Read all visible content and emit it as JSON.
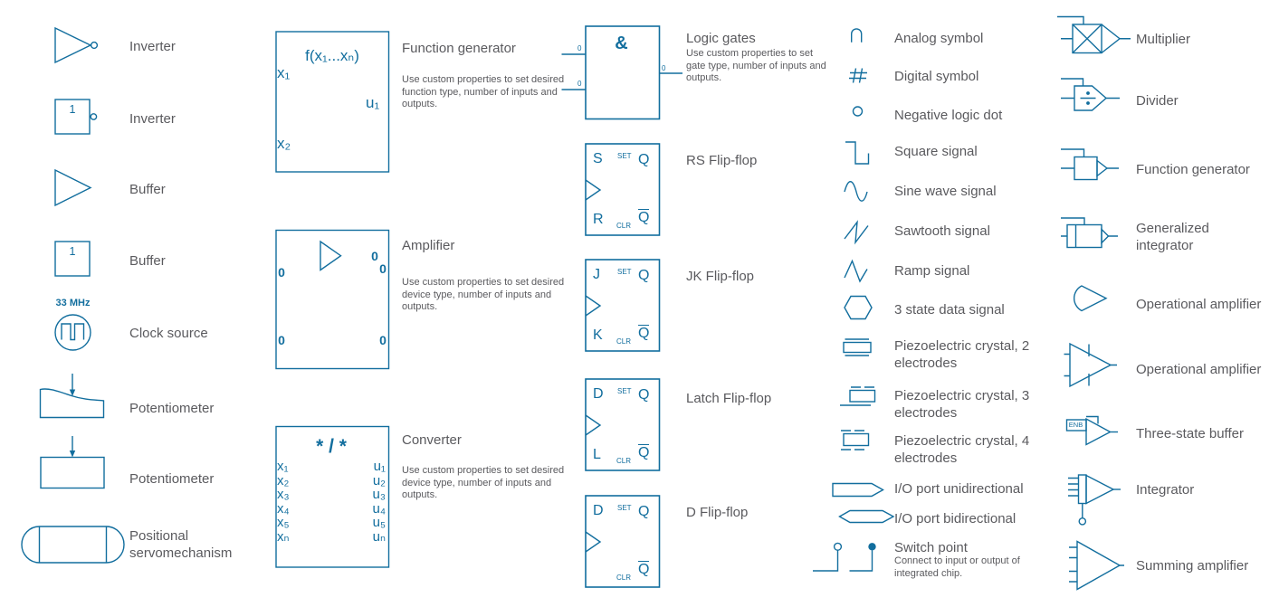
{
  "colors": {
    "symbol": "#126e9e",
    "label": "#5a5a5e"
  },
  "column1": {
    "items": [
      {
        "label": "Inverter"
      },
      {
        "label": "Inverter",
        "box_text": "1"
      },
      {
        "label": "Buffer"
      },
      {
        "label": "Buffer",
        "box_text": "1"
      },
      {
        "label": "Clock source",
        "frequency": "33 MHz"
      },
      {
        "label": "Potentiometer"
      },
      {
        "label": "Potentiometer"
      },
      {
        "label": "Positional servomechanism"
      }
    ]
  },
  "column2": {
    "function_generator": {
      "title": "Function generator",
      "description": "Use custom properties to set desired function type, number of inputs and outputs.",
      "header": "f(x₁...xₙ)",
      "input1": "x₁",
      "input2": "x₂",
      "output1": "u₁"
    },
    "amplifier": {
      "title": "Amplifier",
      "description": "Use custom properties to set desired device type, number of inputs and outputs.",
      "ports": [
        "0",
        "0",
        "0",
        "0",
        "0"
      ]
    },
    "converter": {
      "title": "Converter",
      "description": "Use custom properties to set desired device type, number of inputs and outputs.",
      "header": "* / *",
      "inputs": [
        "x₁",
        "x₂",
        "x₃",
        "x₄",
        "x₅",
        "xₙ"
      ],
      "outputs": [
        "u₁",
        "u₂",
        "u₃",
        "u₄",
        "u₅",
        "uₙ"
      ]
    }
  },
  "column3": {
    "logic_gates": {
      "title": "Logic gates",
      "description": "Use custom properties to set gate type, number of inputs and outputs.",
      "gate_symbol": "&",
      "input_labels": [
        "0",
        "0"
      ],
      "output_label": "0"
    },
    "flip_flops": [
      {
        "label": "RS Flip-flop",
        "top_left": "S",
        "top_center": "SET",
        "top_right": "Q",
        "bottom_left": "R",
        "bottom_center": "CLR",
        "bottom_right": "Q"
      },
      {
        "label": "JK Flip-flop",
        "top_left": "J",
        "top_center": "SET",
        "top_right": "Q",
        "bottom_left": "K",
        "bottom_center": "CLR",
        "bottom_right": "Q"
      },
      {
        "label": "Latch Flip-flop",
        "top_left": "D",
        "top_center": "SET",
        "top_right": "Q",
        "bottom_left": "L",
        "bottom_center": "CLR",
        "bottom_right": "Q"
      },
      {
        "label": "D Flip-flop",
        "top_left": "D",
        "top_center": "SET",
        "top_right": "Q",
        "bottom_left": "",
        "bottom_center": "CLR",
        "bottom_right": "Q"
      }
    ]
  },
  "column4": {
    "items": [
      {
        "label": "Analog symbol"
      },
      {
        "label": "Digital symbol"
      },
      {
        "label": "Negative logic dot"
      },
      {
        "label": "Square signal"
      },
      {
        "label": "Sine wave signal"
      },
      {
        "label": "Sawtooth signal"
      },
      {
        "label": "Ramp signal"
      },
      {
        "label": "3 state data signal"
      },
      {
        "label": "Piezoelectric crystal, 2 electrodes"
      },
      {
        "label": "Piezoelectric crystal, 3 electrodes"
      },
      {
        "label": "Piezoelectric crystal, 4 electrodes"
      },
      {
        "label": "I/O port unidirectional"
      },
      {
        "label": "I/O port bidirectional"
      },
      {
        "label": "Switch point",
        "description": "Connect to input or output of integrated chip."
      }
    ]
  },
  "column5": {
    "items": [
      {
        "label": "Multiplier"
      },
      {
        "label": "Divider"
      },
      {
        "label": "Function generator"
      },
      {
        "label": "Generalized integrator"
      },
      {
        "label": "Operational amplifier"
      },
      {
        "label": "Operational amplifier"
      },
      {
        "label": "Three-state buffer",
        "enable_label": "ENB"
      },
      {
        "label": "Integrator"
      },
      {
        "label": "Summing amplifier"
      }
    ]
  }
}
